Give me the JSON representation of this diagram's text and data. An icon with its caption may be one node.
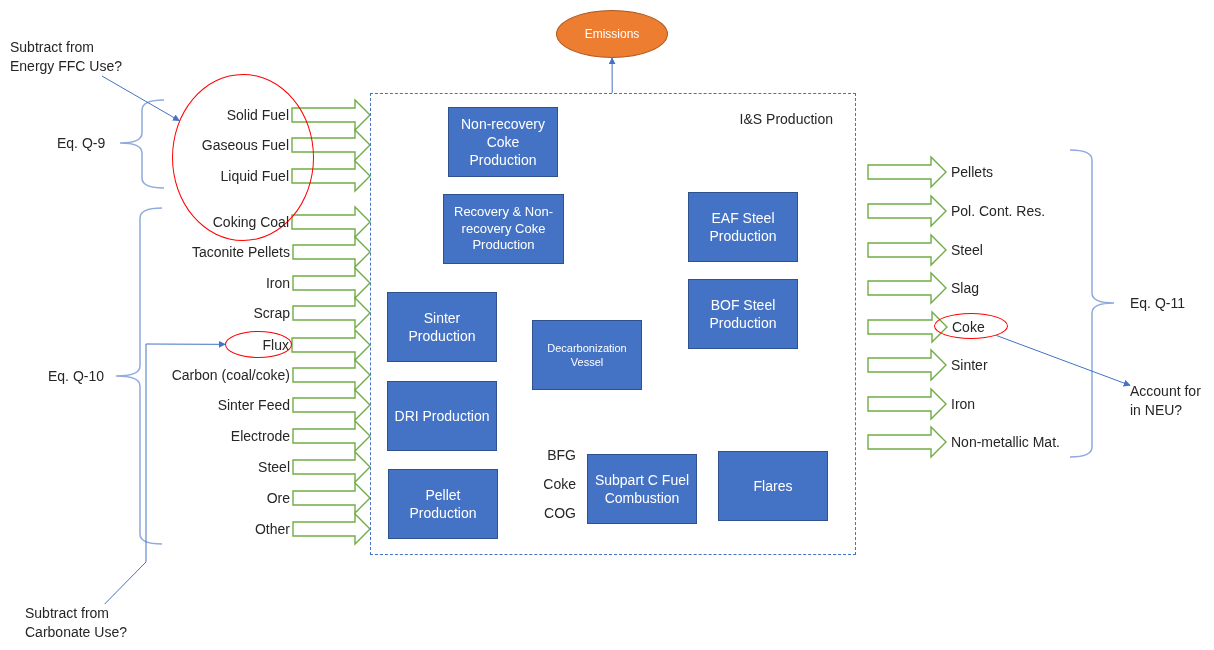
{
  "diagram": {
    "nodes": [
      {
        "text": [
          "Emissions"
        ]
      },
      {
        "text": [
          "I&S Production"
        ]
      },
      {
        "text": [
          "Non-recovery Coke Production"
        ],
        "in": 1
      },
      {
        "text": [
          "Recovery & Non-recovery Coke Production"
        ],
        "in": 1
      },
      {
        "text": [
          "EAF Steel Production"
        ],
        "in": 1
      },
      {
        "text": [
          "Sinter Production"
        ],
        "in": 1
      },
      {
        "text": [
          "Decarbonization Vessel"
        ],
        "in": 1
      },
      {
        "text": [
          "BOF Steel Production"
        ],
        "in": 1
      },
      {
        "text": [
          "DRI Production"
        ],
        "in": 1
      },
      {
        "text": [
          "Subpart C Fuel Combustion"
        ],
        "in": 1,
        "beside": [
          "BFG",
          "Coke",
          "COG"
        ]
      },
      {
        "text": [
          "Pellet Production"
        ],
        "in": 1
      },
      {
        "text": [
          "Flares"
        ],
        "in": 1
      },
      {
        "text": [
          "Subtract from Energy FFC Use?"
        ]
      },
      {
        "text": [],
        "shape": "circle"
      },
      {
        "text": [
          "Solid Fuel"
        ],
        "in": 13
      },
      {
        "text": [
          "Gaseous Fuel"
        ],
        "in": 13
      },
      {
        "text": [
          "Liquid Fuel"
        ],
        "in": 13
      },
      {
        "text": [
          "Coking Coal"
        ],
        "in": 13
      },
      {
        "text": [
          "Taconite Pellets"
        ]
      },
      {
        "text": [
          "Iron"
        ]
      },
      {
        "text": [
          "Scrap"
        ]
      },
      {
        "text": [],
        "shape": "circle"
      },
      {
        "text": [
          "Flux"
        ],
        "in": 21
      },
      {
        "text": [
          "Carbon (coal/coke)"
        ]
      },
      {
        "text": [
          "Sinter Feed"
        ]
      },
      {
        "text": [
          "Electrode"
        ]
      },
      {
        "text": [
          "Steel"
        ]
      },
      {
        "text": [
          "Ore"
        ]
      },
      {
        "text": [
          "Other"
        ]
      },
      {
        "text": [
          "Subtract from Carbonate Use?"
        ]
      },
      {
        "text": [
          "Pellets"
        ]
      },
      {
        "text": [
          "Pol. Cont. Res."
        ]
      },
      {
        "text": [
          "Steel"
        ]
      },
      {
        "text": [
          "Slag"
        ]
      },
      {
        "text": [],
        "shape": "circle"
      },
      {
        "text": [
          "Coke"
        ],
        "in": 34
      },
      {
        "text": [
          "Sinter"
        ]
      },
      {
        "text": [
          "Iron"
        ]
      },
      {
        "text": [
          "Non-metallic Mat."
        ]
      },
      {
        "text": [
          "Account for in NEU?"
        ]
      }
    ],
    "edges": [
      {
        "from": 1,
        "to": 0,
        "arrow": "to",
        "color": "#4472c4"
      },
      {
        "from": 14,
        "to": 1,
        "arrow": "to",
        "style": "thick"
      },
      {
        "from": 15,
        "to": 1,
        "arrow": "to",
        "style": "thick"
      },
      {
        "from": 16,
        "to": 1,
        "arrow": "to",
        "style": "thick"
      },
      {
        "from": 17,
        "to": 1,
        "arrow": "to",
        "style": "thick"
      },
      {
        "from": 18,
        "to": 1,
        "arrow": "to",
        "style": "thick"
      },
      {
        "from": 19,
        "to": 1,
        "arrow": "to",
        "style": "thick"
      },
      {
        "from": 20,
        "to": 1,
        "arrow": "to",
        "style": "thick"
      },
      {
        "from": 22,
        "to": 1,
        "arrow": "to",
        "style": "thick"
      },
      {
        "from": 23,
        "to": 1,
        "arrow": "to",
        "style": "thick"
      },
      {
        "from": 24,
        "to": 1,
        "arrow": "to",
        "style": "thick"
      },
      {
        "from": 25,
        "to": 1,
        "arrow": "to",
        "style": "thick"
      },
      {
        "from": 26,
        "to": 1,
        "arrow": "to",
        "style": "thick"
      },
      {
        "from": 27,
        "to": 1,
        "arrow": "to",
        "style": "thick"
      },
      {
        "from": 28,
        "to": 1,
        "arrow": "to",
        "style": "thick"
      },
      {
        "from": 1,
        "to": 30,
        "arrow": "to",
        "style": "thick"
      },
      {
        "from": 1,
        "to": 31,
        "arrow": "to",
        "style": "thick"
      },
      {
        "from": 1,
        "to": 32,
        "arrow": "to",
        "style": "thick"
      },
      {
        "from": 1,
        "to": 33,
        "arrow": "to",
        "style": "thick"
      },
      {
        "from": 1,
        "to": 35,
        "arrow": "to",
        "style": "thick"
      },
      {
        "from": 1,
        "to": 36,
        "arrow": "to",
        "style": "thick"
      },
      {
        "from": 1,
        "to": 37,
        "arrow": "to",
        "style": "thick"
      },
      {
        "from": 1,
        "to": 38,
        "arrow": "to",
        "style": "thick"
      },
      {
        "from": 12,
        "to": 13,
        "arrow": "to",
        "color": "#4472c4"
      },
      {
        "from": 29,
        "to": 21,
        "arrow": "to",
        "color": "#4472c4"
      },
      {
        "from": 34,
        "to": 39,
        "arrow": "to",
        "color": "#4472c4"
      }
    ],
    "labels": [
      "Eq. Q-9",
      "Eq. Q-10",
      "Eq. Q-11"
    ]
  }
}
